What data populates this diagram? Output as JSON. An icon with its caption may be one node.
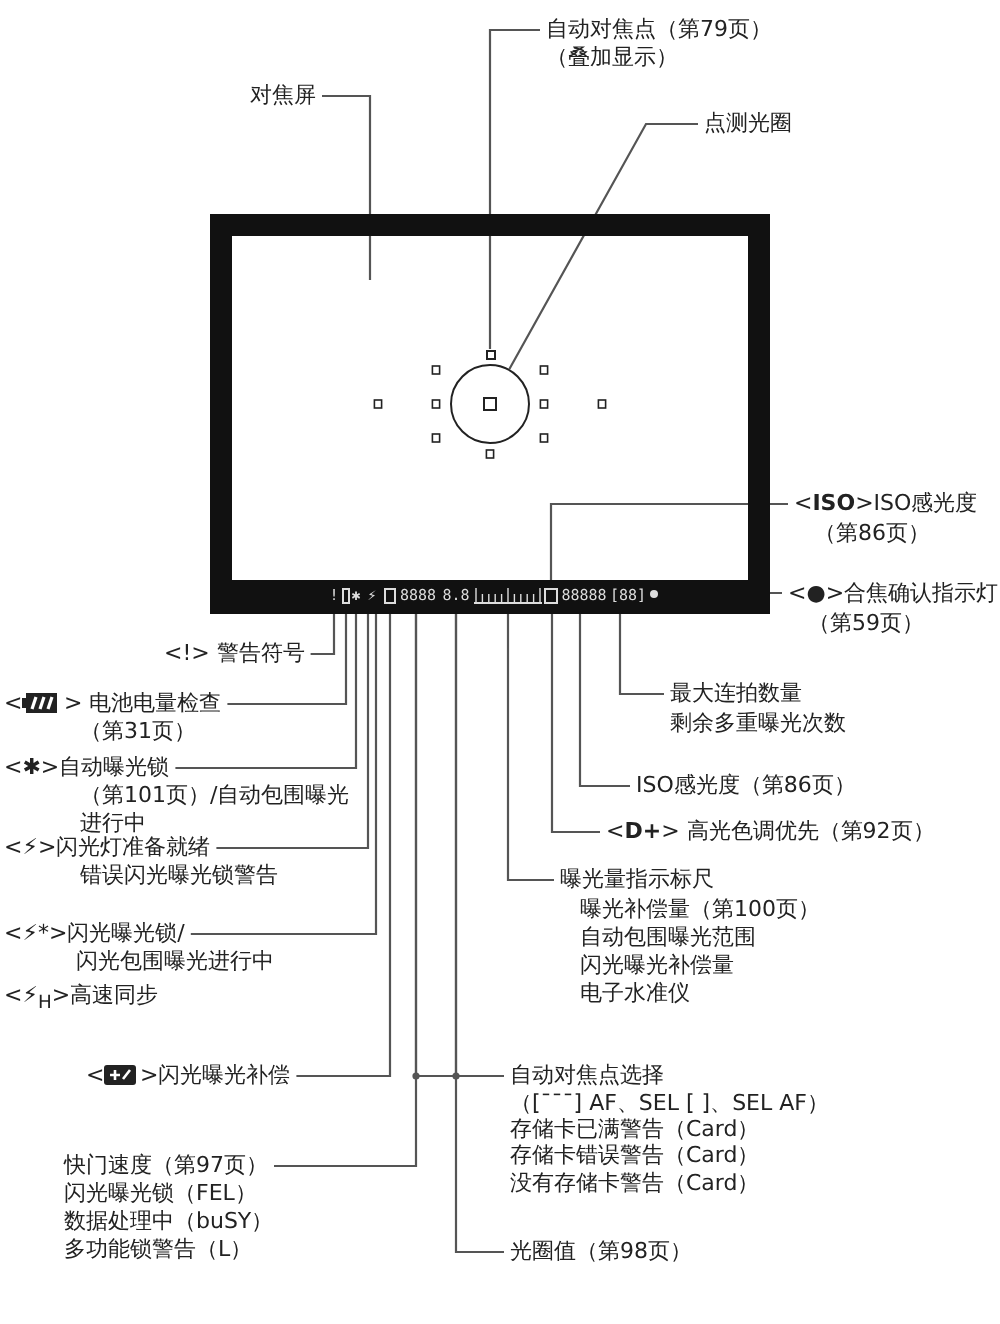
{
  "diagram": {
    "nodes": [
      {
        "text": [
          "自动对焦点（第79页）",
          "（叠加显示）"
        ]
      },
      {
        "text": [
          "对焦屏"
        ]
      },
      {
        "text": [
          "点测光圈"
        ]
      },
      {
        "text": [],
        "shape": "box"
      },
      {
        "text": [],
        "shape": "box",
        "in": 3
      },
      {
        "text": [],
        "shape": "circle",
        "in": 3
      },
      {
        "text": [
          "<**ISO**>ISO感光度",
          "（第86页）"
        ]
      },
      {
        "text": [
          "<●>合焦确认指示灯",
          "（第59页）"
        ]
      },
      {
        "text": [
          "!"
        ],
        "in": 3
      },
      {
        "text": [],
        "shape": "box",
        "in": 3
      },
      {
        "text": [
          "✱"
        ],
        "in": 3
      },
      {
        "text": [
          "⚡"
        ],
        "in": 3
      },
      {
        "text": [],
        "shape": "box",
        "in": 3
      },
      {
        "text": [
          "8888"
        ],
        "in": 3
      },
      {
        "text": [
          "8.8"
        ],
        "in": 3
      },
      {
        "text": [],
        "shape": "bar",
        "in": 3
      },
      {
        "text": [],
        "shape": "box",
        "in": 3
      },
      {
        "text": [
          "88888"
        ],
        "in": 3
      },
      {
        "text": [
          "[88]"
        ],
        "in": 3
      },
      {
        "text": [],
        "shape": "circle",
        "in": 3
      },
      {
        "text": [
          "<!> 警告符号"
        ]
      },
      {
        "text": [
          "<",
          "> 电池电量检查",
          "（第31页）"
        ]
      },
      {
        "text": [
          "最大连拍数量",
          "剩余多重曝光次数"
        ]
      },
      {
        "text": [
          "<✱>自动曝光锁",
          "（第101页）/自动包围曝光",
          "进行中"
        ]
      },
      {
        "text": [
          "ISO感光度（第86页）"
        ]
      },
      {
        "text": [
          "<**D+**> 高光色调优先（第92页）"
        ]
      },
      {
        "text": [
          "<⚡>闪光灯准备就绪",
          "错误闪光曝光锁警告"
        ]
      },
      {
        "text": [
          "曝光量指示标尺",
          "曝光补偿量（第100页）",
          "自动包围曝光范围",
          "闪光曝光补偿量",
          "电子水准仪"
        ]
      },
      {
        "text": [
          "<⚡*>闪光曝光锁/",
          "闪光包围曝光进行中"
        ]
      },
      {
        "text": [
          "<⚡$_{H}$>高速同步"
        ]
      },
      {
        "text": [
          "<",
          ">闪光曝光补偿"
        ]
      },
      {
        "text": [
          "自动对焦点选择",
          "（[ˉˉˉ] AF、SEL [ ]、SEL AF）",
          "存储卡已满警告（Card）",
          "存储卡错误警告（Card）",
          "没有存储卡警告（Card）"
        ]
      },
      {
        "text": [
          "快门速度（第97页）",
          "闪光曝光锁（FEL）",
          "数据处理中（buSY）",
          "多功能锁警告（L）"
        ]
      },
      {
        "text": [
          "光圈值（第98页）"
        ]
      }
    ],
    "edges": [
      {
        "from": 0,
        "to": 4,
        "arrow": "none"
      },
      {
        "from": 1,
        "to": 3,
        "arrow": "none"
      },
      {
        "from": 2,
        "to": 5,
        "arrow": "none"
      },
      {
        "from": 6,
        "to": 16,
        "arrow": "none"
      },
      {
        "from": 7,
        "to": 19,
        "arrow": "none"
      },
      {
        "from": 20,
        "to": 8,
        "arrow": "none"
      },
      {
        "from": 21,
        "to": 9,
        "arrow": "none"
      },
      {
        "from": 22,
        "to": 18,
        "arrow": "none"
      },
      {
        "from": 23,
        "to": 10,
        "arrow": "none"
      },
      {
        "from": 24,
        "to": 17,
        "arrow": "none"
      },
      {
        "from": 25,
        "to": 16,
        "arrow": "none"
      },
      {
        "from": 26,
        "to": 11,
        "arrow": "none"
      },
      {
        "from": 27,
        "to": 15,
        "arrow": "none"
      },
      {
        "from": 28,
        "to": 11,
        "arrow": "none"
      },
      {
        "from": 30,
        "to": 12,
        "arrow": "none"
      },
      {
        "from": 31,
        "to": 13,
        "arrow": "none"
      },
      {
        "from": 31,
        "to": 14,
        "arrow": "none"
      },
      {
        "from": 32,
        "to": 13,
        "arrow": "none"
      },
      {
        "from": 33,
        "to": 14,
        "arrow": "none"
      }
    ]
  }
}
